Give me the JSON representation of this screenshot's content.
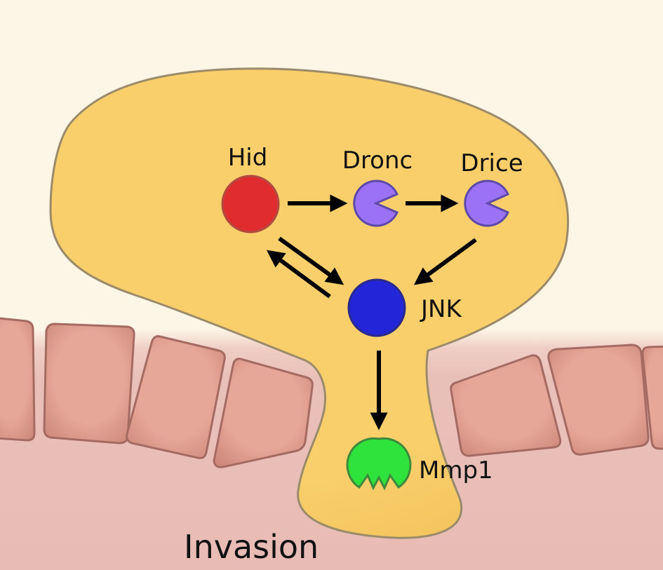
{
  "labels": {
    "hid": "Hid",
    "dronc": "Dronc",
    "drice": "Drice",
    "jnk": "JNK",
    "mmp1": "Mmp1",
    "invasion": "Invasion"
  },
  "colors": {
    "background": "#fdf5e6",
    "tissue": "#e9c0b8",
    "epithelial_cell": "#e0a296",
    "cell_body": "#f8cd69",
    "hid": "#e12c2f",
    "caspase": "#9b72f5",
    "jnk": "#2326d8",
    "mmp1": "#2ee33b"
  }
}
